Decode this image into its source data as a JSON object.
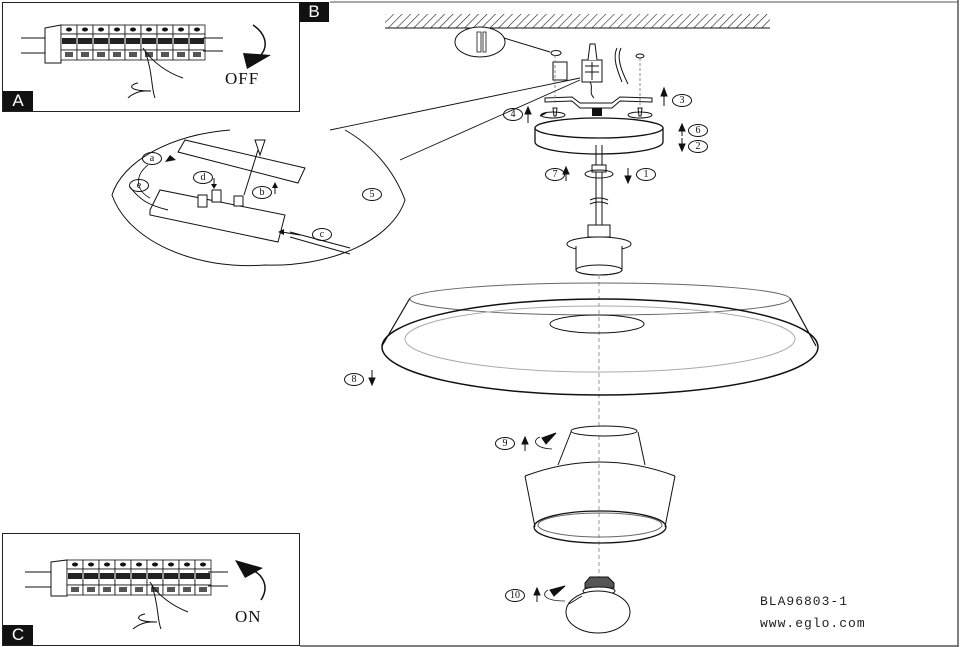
{
  "document": {
    "type": "assembly-instructions",
    "model_code": "BLA96803-1",
    "website": "www.eglo.com"
  },
  "panels": {
    "a": {
      "corner_label": "A",
      "switch_state": "OFF",
      "breaker_count": 9
    },
    "b": {
      "corner_label": "B"
    },
    "c": {
      "corner_label": "C",
      "switch_state": "ON",
      "breaker_count": 9
    }
  },
  "detail_callout": {
    "step": "5",
    "sub_steps": [
      "a",
      "b",
      "c",
      "d",
      "e"
    ]
  },
  "steps": [
    {
      "label": "1",
      "direction": "down"
    },
    {
      "label": "2",
      "direction": "down"
    },
    {
      "label": "3",
      "direction": "up"
    },
    {
      "label": "4",
      "direction": "up"
    },
    {
      "label": "6",
      "direction": "up"
    },
    {
      "label": "7",
      "direction": "up"
    },
    {
      "label": "8",
      "direction": "down"
    },
    {
      "label": "9",
      "direction": "up"
    },
    {
      "label": "10",
      "direction": "up"
    }
  ],
  "colors": {
    "ink": "#111111",
    "paper": "#ffffff",
    "guide": "#888888"
  }
}
